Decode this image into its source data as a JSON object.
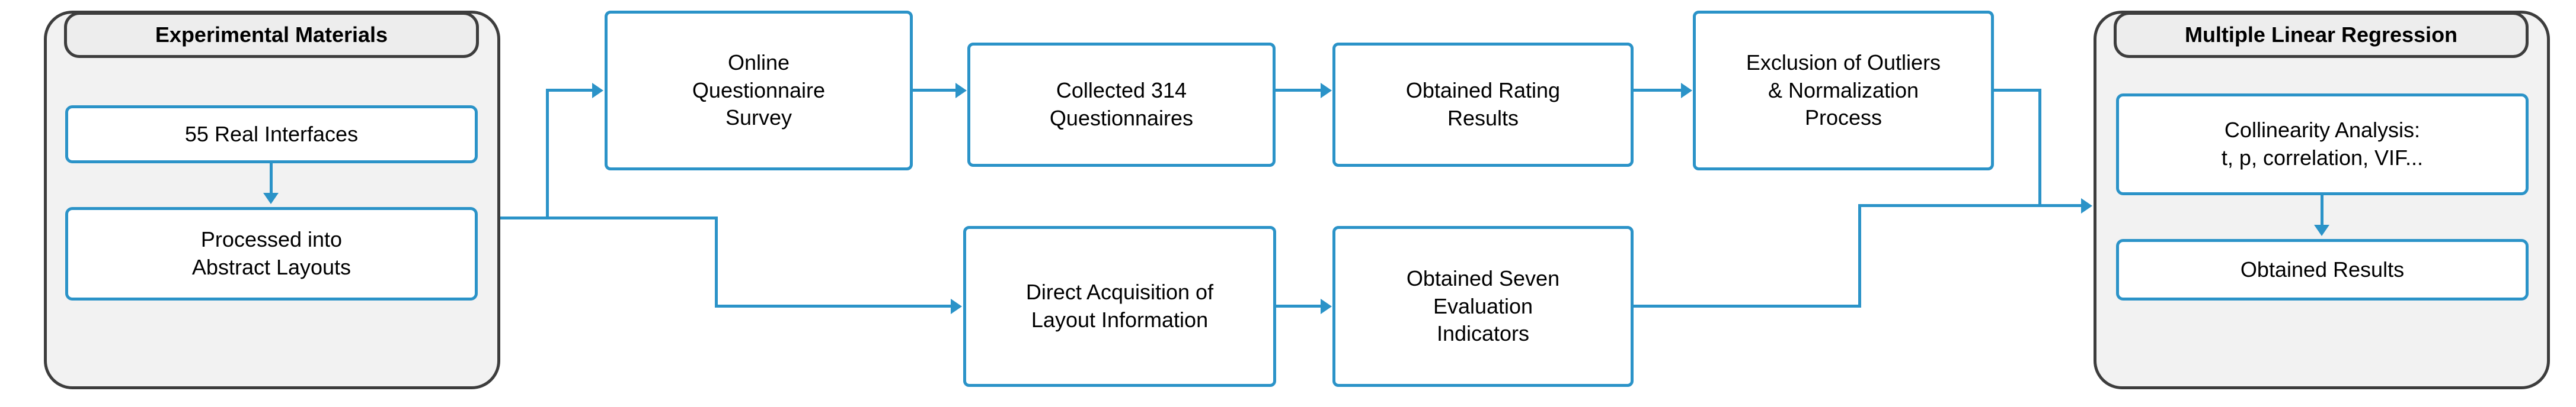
{
  "diagram": {
    "type": "flowchart",
    "groups": [
      {
        "id": "experimental-materials",
        "title": "Experimental Materials",
        "boxes": [
          {
            "id": "real-interfaces",
            "label": "55 Real Interfaces"
          },
          {
            "id": "abstract-layouts",
            "label": "Processed into\nAbstract Layouts"
          }
        ]
      },
      {
        "id": "multiple-linear-regression",
        "title": "Multiple Linear Regression",
        "boxes": [
          {
            "id": "collinearity-analysis",
            "label": "Collinearity Analysis:\nt, p, correlation, VIF..."
          },
          {
            "id": "obtained-results",
            "label": "Obtained Results"
          }
        ]
      }
    ],
    "nodes": [
      {
        "id": "online-questionnaire-survey",
        "label": "Online\nQuestionnaire\nSurvey"
      },
      {
        "id": "collected-questionnaires",
        "label": "Collected 314\nQuestionnaires"
      },
      {
        "id": "obtained-rating-results",
        "label": "Obtained Rating\nResults"
      },
      {
        "id": "exclusion-outliers-normalization",
        "label": "Exclusion of Outliers\n& Normalization\nProcess"
      },
      {
        "id": "direct-acquisition-layout",
        "label": "Direct Acquisition of\nLayout Information"
      },
      {
        "id": "obtained-seven-indicators",
        "label": "Obtained Seven\nEvaluation\nIndicators"
      }
    ],
    "colors": {
      "box_border": "#2b93c8",
      "connector": "#2b93c8",
      "group_border": "#3d3d3d",
      "group_fill": "#f2f2f2",
      "title_fill": "#ededed",
      "text": "#000000",
      "background": "#ffffff"
    }
  }
}
